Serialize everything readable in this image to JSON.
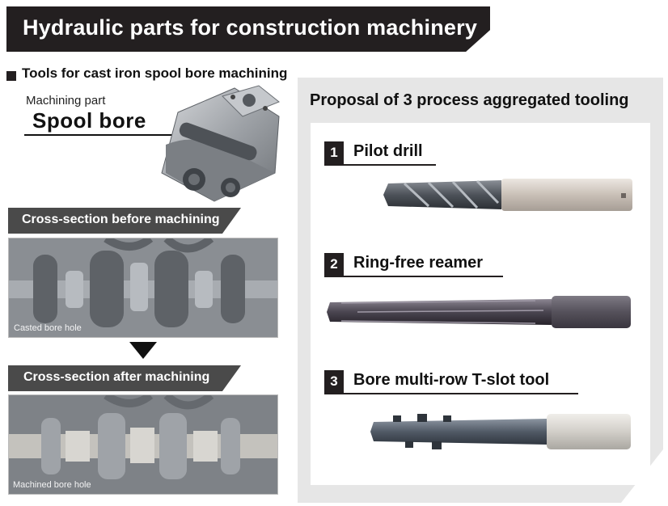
{
  "header": {
    "title": "Hydraulic parts for construction machinery"
  },
  "section": {
    "heading": "Tools for cast iron spool bore machining"
  },
  "machining_part": {
    "label": "Machining part",
    "name": "Spool bore"
  },
  "cross_sections": [
    {
      "label": "Cross-section before machining",
      "caption": "Casted bore hole"
    },
    {
      "label": "Cross-section after machining",
      "caption": "Machined bore hole"
    }
  ],
  "panel": {
    "title": "Proposal of 3 process aggregated tooling",
    "steps": [
      {
        "number": "1",
        "name": "Pilot drill"
      },
      {
        "number": "2",
        "name": "Ring-free reamer"
      },
      {
        "number": "3",
        "name": "Bore multi-row T-slot tool"
      }
    ]
  },
  "colors": {
    "banner": "#231f20",
    "label_bar": "#4a4a4a",
    "panel_bg": "#e6e6e6"
  }
}
